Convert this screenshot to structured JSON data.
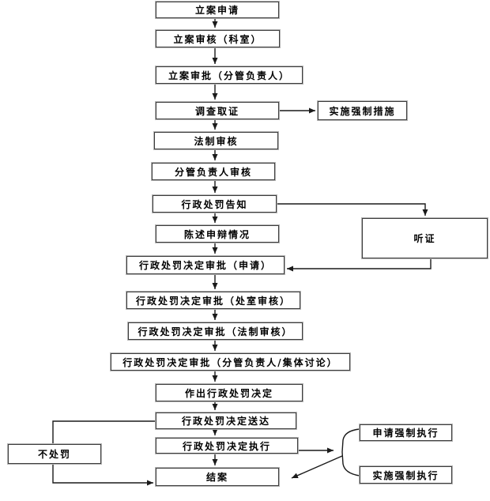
{
  "colors": {
    "page_background": "#ffffff",
    "box_fill": "#ffffff",
    "box_border": "#3d3d3d",
    "box_border_halo": "#b3b3b3",
    "line": "#1a1a1a",
    "text": "#000000"
  },
  "flowchart": {
    "nodes": [
      {
        "id": "filing-application",
        "label": "立案申请"
      },
      {
        "id": "filing-review-section",
        "label": "立案审核（科室）"
      },
      {
        "id": "filing-approval-leader",
        "label": "立案审批（分管负责人）"
      },
      {
        "id": "investigation-evidence",
        "label": "调查取证"
      },
      {
        "id": "implement-coercive-measures",
        "label": "实施强制措施"
      },
      {
        "id": "legal-review",
        "label": "法制审核"
      },
      {
        "id": "leader-review",
        "label": "分管负责人审核"
      },
      {
        "id": "penalty-notification",
        "label": "行政处罚告知"
      },
      {
        "id": "hearing",
        "label": "听证"
      },
      {
        "id": "statement-defense",
        "label": "陈述申辩情况"
      },
      {
        "id": "decision-approval-application",
        "label": "行政处罚决定审批（申请）"
      },
      {
        "id": "decision-approval-office-review",
        "label": "行政处罚决定审批（处室审核）"
      },
      {
        "id": "decision-approval-legal-review",
        "label": "行政处罚决定审批（法制审核）"
      },
      {
        "id": "decision-approval-leader-discussion",
        "label": "行政处罚决定审批（分管负责人/集体讨论）"
      },
      {
        "id": "make-penalty-decision",
        "label": "作出行政处罚决定"
      },
      {
        "id": "decision-delivery",
        "label": "行政处罚决定送达"
      },
      {
        "id": "decision-execution",
        "label": "行政处罚决定执行"
      },
      {
        "id": "case-closed",
        "label": "结案"
      },
      {
        "id": "no-penalty",
        "label": "不处罚"
      },
      {
        "id": "apply-compulsory-execution",
        "label": "申请强制执行"
      },
      {
        "id": "implement-compulsory-execution",
        "label": "实施强制执行"
      }
    ]
  }
}
